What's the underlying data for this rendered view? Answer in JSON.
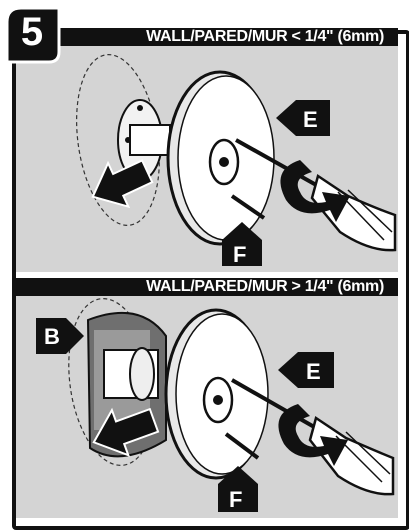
{
  "step": {
    "number": "5"
  },
  "top_panel": {
    "header": "WALL/PARED/MUR < 1/4\" (6mm)",
    "labels": {
      "trim_plate": "E",
      "screw": "F"
    }
  },
  "bottom_panel": {
    "header": "WALL/PARED/MUR > 1/4\" (6mm)",
    "labels": {
      "spacer": "B",
      "trim_plate": "E",
      "screw": "F"
    }
  },
  "colors": {
    "ink": "#111111",
    "panel": "#d4d4d4",
    "white": "#ffffff"
  }
}
